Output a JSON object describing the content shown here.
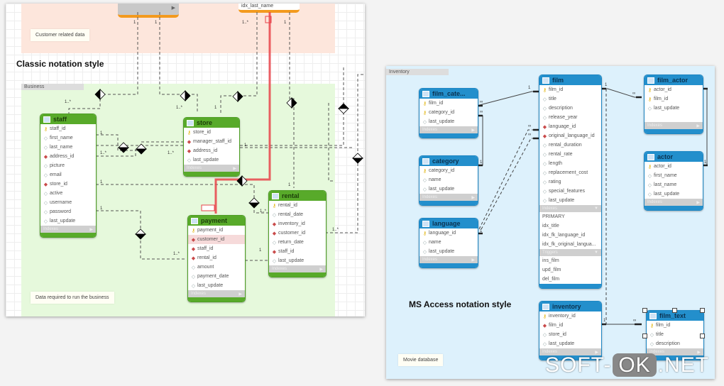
{
  "left_diagram": {
    "title": "Classic notation style",
    "regions": [
      {
        "label": "",
        "note": "Customer related data"
      },
      {
        "label": "Business",
        "note": "Data required to run the business"
      }
    ],
    "top_tables": [
      {
        "name": "",
        "rows": []
      },
      {
        "name": "",
        "rows": [
          "idx_last_name"
        ]
      }
    ],
    "tables": {
      "staff": {
        "name": "staff",
        "section": "Indexes",
        "rows": [
          {
            "key": "pk",
            "name": "staff_id"
          },
          {
            "key": "at",
            "name": "first_name"
          },
          {
            "key": "at",
            "name": "last_name"
          },
          {
            "key": "fk",
            "name": "address_id"
          },
          {
            "key": "at",
            "name": "picture"
          },
          {
            "key": "at",
            "name": "email"
          },
          {
            "key": "fk",
            "name": "store_id"
          },
          {
            "key": "at",
            "name": "active"
          },
          {
            "key": "at",
            "name": "username"
          },
          {
            "key": "at",
            "name": "password"
          },
          {
            "key": "at",
            "name": "last_update"
          }
        ]
      },
      "store": {
        "name": "store",
        "section": "Indexes",
        "rows": [
          {
            "key": "pk",
            "name": "store_id"
          },
          {
            "key": "fk",
            "name": "manager_staff_id"
          },
          {
            "key": "fk",
            "name": "address_id"
          },
          {
            "key": "at",
            "name": "last_update"
          }
        ]
      },
      "rental": {
        "name": "rental",
        "section": "Indexes",
        "rows": [
          {
            "key": "pk",
            "name": "rental_id"
          },
          {
            "key": "at",
            "name": "rental_date"
          },
          {
            "key": "fk",
            "name": "inventory_id"
          },
          {
            "key": "fk",
            "name": "customer_id"
          },
          {
            "key": "at",
            "name": "return_date"
          },
          {
            "key": "fk",
            "name": "staff_id"
          },
          {
            "key": "at",
            "name": "last_update"
          }
        ]
      },
      "payment": {
        "name": "payment",
        "section": "Indexes",
        "rows": [
          {
            "key": "pk",
            "name": "payment_id"
          },
          {
            "key": "fk",
            "name": "customer_id",
            "highlight": true
          },
          {
            "key": "fk",
            "name": "staff_id"
          },
          {
            "key": "fk",
            "name": "rental_id"
          },
          {
            "key": "at",
            "name": "amount"
          },
          {
            "key": "at",
            "name": "payment_date"
          },
          {
            "key": "at",
            "name": "last_update"
          }
        ]
      }
    },
    "cardinalities": [
      "1",
      "1",
      "1..*",
      "1",
      "1",
      "1..*",
      "1..*",
      "1",
      "1",
      "1..*",
      "1",
      "1",
      "1..*",
      "1..*",
      "1",
      "1..*",
      "1",
      "1..*"
    ],
    "highlight_color": "#e8434a"
  },
  "right_diagram": {
    "title": "MS Access notation style",
    "region_label": "Inventory",
    "note": "Movie database",
    "tables": {
      "film_category": {
        "name": "film_cate...",
        "section": "Indexes",
        "rows": [
          {
            "key": "pk",
            "name": "film_id"
          },
          {
            "key": "pk",
            "name": "category_id"
          },
          {
            "key": "at",
            "name": "last_update"
          }
        ]
      },
      "category": {
        "name": "category",
        "section": "Indexes",
        "rows": [
          {
            "key": "pk",
            "name": "category_id"
          },
          {
            "key": "at",
            "name": "name"
          },
          {
            "key": "at",
            "name": "last_update"
          }
        ]
      },
      "language": {
        "name": "language",
        "section": "Indexes",
        "rows": [
          {
            "key": "pk",
            "name": "language_id"
          },
          {
            "key": "at",
            "name": "name"
          },
          {
            "key": "at",
            "name": "last_update"
          }
        ]
      },
      "film": {
        "name": "film",
        "section": "Indexes",
        "triggers_section": "Triggers",
        "rows": [
          {
            "key": "pk",
            "name": "film_id"
          },
          {
            "key": "at",
            "name": "title"
          },
          {
            "key": "at",
            "name": "description"
          },
          {
            "key": "at",
            "name": "release_year"
          },
          {
            "key": "fk",
            "name": "language_id"
          },
          {
            "key": "fk",
            "name": "original_language_id"
          },
          {
            "key": "at",
            "name": "rental_duration"
          },
          {
            "key": "at",
            "name": "rental_rate"
          },
          {
            "key": "at",
            "name": "length"
          },
          {
            "key": "at",
            "name": "replacement_cost"
          },
          {
            "key": "at",
            "name": "rating"
          },
          {
            "key": "at",
            "name": "special_features"
          },
          {
            "key": "at",
            "name": "last_update"
          }
        ],
        "indexes": [
          "PRIMARY",
          "idx_title",
          "idx_fk_language_id",
          "idx_fk_original_langua..."
        ],
        "triggers": [
          "ins_film",
          "upd_film",
          "del_film"
        ]
      },
      "film_actor": {
        "name": "film_actor",
        "section": "Indexes",
        "rows": [
          {
            "key": "pk",
            "name": "actor_id"
          },
          {
            "key": "pk",
            "name": "film_id"
          },
          {
            "key": "at",
            "name": "last_update"
          }
        ]
      },
      "actor": {
        "name": "actor",
        "section": "Indexes",
        "rows": [
          {
            "key": "pk",
            "name": "actor_id"
          },
          {
            "key": "at",
            "name": "first_name"
          },
          {
            "key": "at",
            "name": "last_name"
          },
          {
            "key": "at",
            "name": "last_update"
          }
        ]
      },
      "inventory": {
        "name": "inventory",
        "section": "Indexes",
        "rows": [
          {
            "key": "pk",
            "name": "inventory_id"
          },
          {
            "key": "fk",
            "name": "film_id"
          },
          {
            "key": "at",
            "name": "store_id"
          },
          {
            "key": "at",
            "name": "last_update"
          }
        ]
      },
      "film_text": {
        "name": "film_text",
        "section": "Indexes",
        "rows": [
          {
            "key": "pk",
            "name": "film_id"
          },
          {
            "key": "at",
            "name": "title"
          },
          {
            "key": "at",
            "name": "description"
          }
        ]
      }
    },
    "cardinalities": [
      "1",
      "∞",
      "∞",
      "1",
      "∞",
      "∞",
      "1",
      "1",
      "∞",
      "1",
      "1",
      "∞"
    ]
  },
  "icons": {
    "pk": "key-icon",
    "fk": "foreign-key-icon",
    "at": "attribute-icon",
    "table": "table-icon",
    "expand": "expand-arrow-icon"
  },
  "watermark": {
    "left": "SOFT-",
    "mid": "OK",
    "right": ".NET"
  }
}
